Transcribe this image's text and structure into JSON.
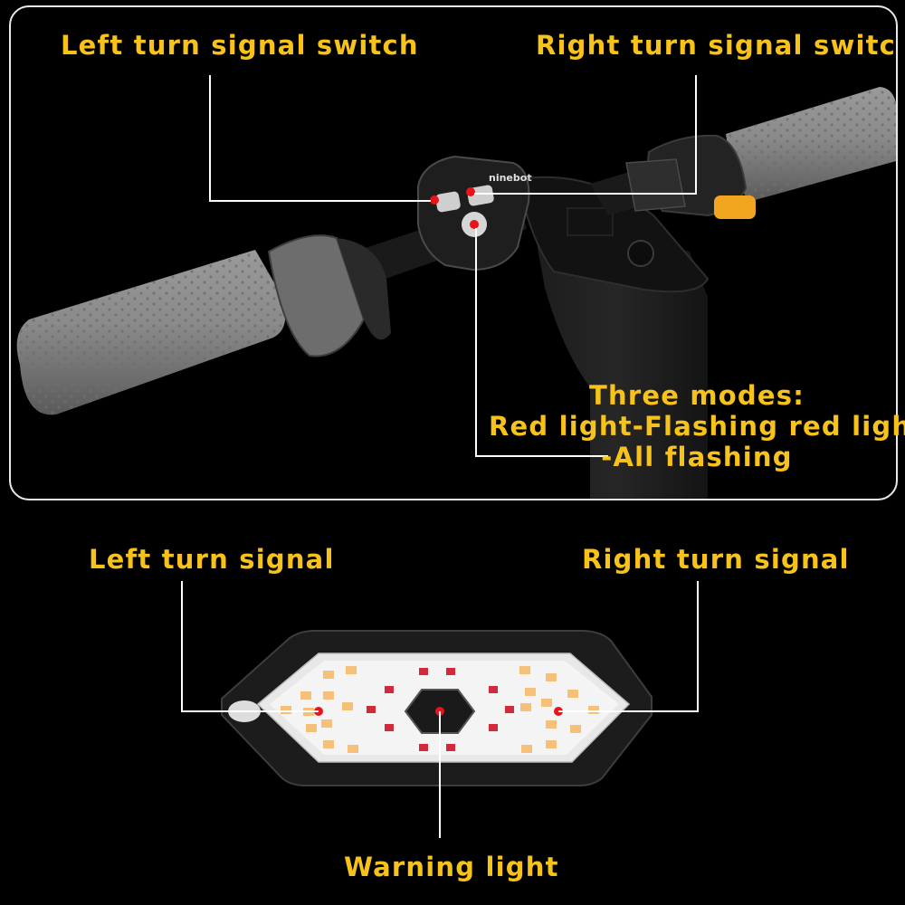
{
  "top": {
    "left_switch_label": "Left turn signal switch",
    "right_switch_label": "Right turn signal switch",
    "brand_text": "ninebot",
    "modes_line1": "Three modes:",
    "modes_line2": "Red light-Flashing red light",
    "modes_line3": "-All flashing"
  },
  "bottom": {
    "left_signal_label": "Left turn signal",
    "right_signal_label": "Right turn signal",
    "warning_label": "Warning light"
  },
  "colors": {
    "label": "#f7c21a",
    "marker": "#e8131b",
    "amber_led": "#f5c07a",
    "red_led": "#d32a3a"
  }
}
